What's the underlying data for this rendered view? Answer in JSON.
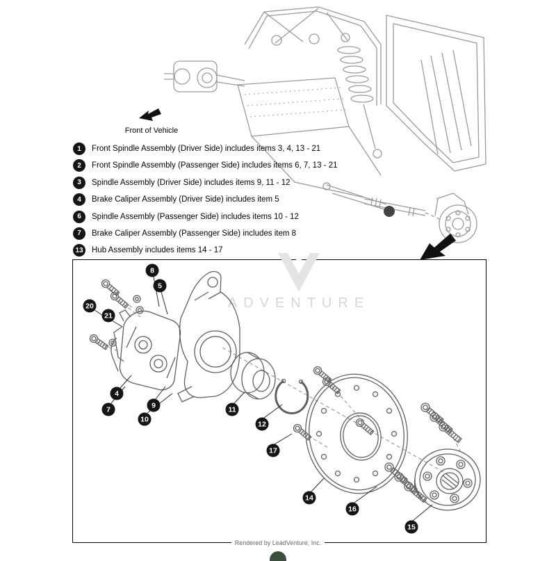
{
  "page": {
    "front_of_vehicle_label": "Front of Vehicle",
    "watermark": "ADVENTURE",
    "footer": "Rendered by LeadVenture, Inc."
  },
  "colors": {
    "callout_bg": "#151515",
    "line_gray": "#9a9a9a",
    "part_line": "#5f5f5f",
    "watermark_gray": "#d6d6d6"
  },
  "legend": {
    "items": [
      {
        "num": "1",
        "text": "Front Spindle Assembly (Driver Side) includes items 3, 4, 13 - 21"
      },
      {
        "num": "2",
        "text": "Front Spindle Assembly (Passenger Side) includes items 6, 7, 13 - 21"
      },
      {
        "num": "3",
        "text": "Spindle Assembly (Driver Side) includes items 9, 11 - 12"
      },
      {
        "num": "4",
        "text": "Brake Caliper Assembly (Driver Side) includes item 5"
      },
      {
        "num": "6",
        "text": "Spindle Assembly (Passenger Side) includes items 10 - 12"
      },
      {
        "num": "7",
        "text": "Brake Caliper Assembly (Passenger Side) includes item 8"
      },
      {
        "num": "13",
        "text": "Hub Assembly includes items 14 - 17"
      }
    ]
  },
  "callouts": {
    "items": [
      {
        "num": "8"
      },
      {
        "num": "5"
      },
      {
        "num": "20"
      },
      {
        "num": "21"
      },
      {
        "num": "4"
      },
      {
        "num": "7"
      },
      {
        "num": "9"
      },
      {
        "num": "10"
      },
      {
        "num": "11"
      },
      {
        "num": "12"
      },
      {
        "num": "17"
      },
      {
        "num": "14"
      },
      {
        "num": "16"
      },
      {
        "num": "15"
      }
    ]
  }
}
